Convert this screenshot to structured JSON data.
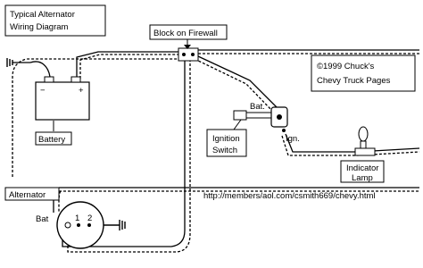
{
  "diagram": {
    "title_line1": "Typical Alternator",
    "title_line2": "Wiring Diagram",
    "copyright_line1": "©1999 Chuck's",
    "copyright_line2": "Chevy Truck Pages",
    "url": "http://members/aol.com/csmith669/chevy.html",
    "labels": {
      "firewall_block": "Block on Firewall",
      "battery": "Battery",
      "ignition_line1": "Ignition",
      "ignition_line2": "Switch",
      "indicator_line1": "Indicator",
      "indicator_line2": "Lamp",
      "alternator": "Alternator",
      "bat_switch": "Bat.",
      "ign_switch": "Ign.",
      "bat_alt": "Bat",
      "term_1": "1",
      "term_2": "2",
      "battery_minus": "−",
      "battery_plus": "+"
    }
  }
}
